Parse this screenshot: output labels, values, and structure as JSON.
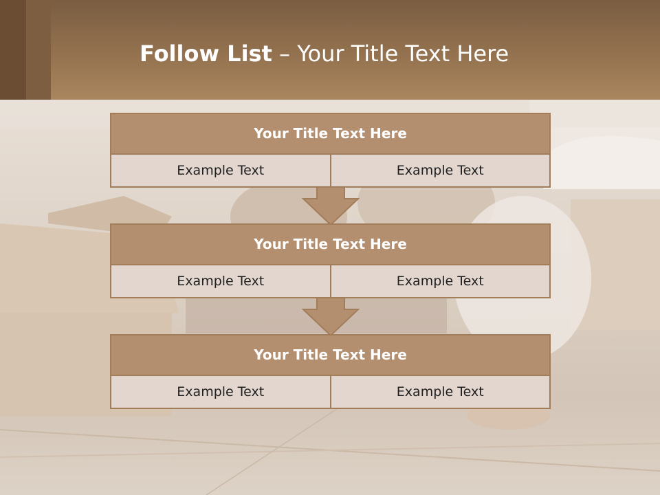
{
  "slide": {
    "title_bold": "Follow List",
    "title_rest": " – Your Title Text Here"
  },
  "steps": [
    {
      "title": "Your Title Text Here",
      "left": "Example Text",
      "right": "Example Text"
    },
    {
      "title": "Your Title Text Here",
      "left": "Example Text",
      "right": "Example Text"
    },
    {
      "title": "Your Title Text Here",
      "left": "Example Text",
      "right": "Example Text"
    }
  ],
  "colors": {
    "header": "#94724f",
    "step_title": "#b38f6f",
    "step_body": "#e2d6ce",
    "border": "#a27d5a"
  },
  "icons": [
    "down-arrow-icon",
    "down-arrow-icon"
  ]
}
